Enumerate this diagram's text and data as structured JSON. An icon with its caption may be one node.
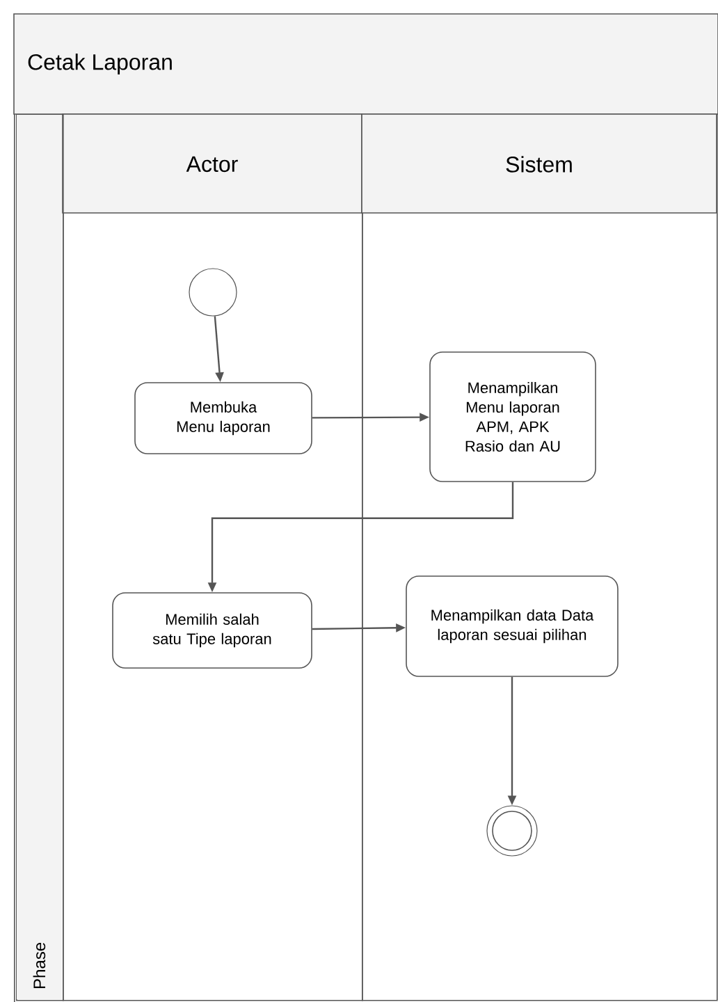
{
  "diagram": {
    "nodes": [
      {
        "text": [
          "Cetak Laporan"
        ]
      },
      {
        "text": [
          "Actor"
        ],
        "in": 0
      },
      {
        "text": [
          "Sistem"
        ],
        "in": 0
      },
      {
        "text": [
          "Phase"
        ],
        "in": 0
      },
      {
        "text": [],
        "shape": "circle",
        "in": 1
      },
      {
        "text": [
          "Membuka Menu laporan"
        ],
        "in": 1
      },
      {
        "text": [
          "Menampilkan Menu laporan APM, APK Rasio dan AU"
        ],
        "in": 2
      },
      {
        "text": [
          "Memilih salah satu Tipe laporan"
        ],
        "in": 1
      },
      {
        "text": [
          "Menampilkan data Data laporan sesuai pilihan"
        ],
        "in": 2
      },
      {
        "text": [],
        "shape": "circle",
        "in": 2
      }
    ],
    "edges": [
      {
        "from": 4,
        "to": 5,
        "arrow": "to"
      },
      {
        "from": 5,
        "to": 6,
        "arrow": "to"
      },
      {
        "from": 6,
        "to": 7,
        "arrow": "to"
      },
      {
        "from": 7,
        "to": 8,
        "arrow": "to"
      },
      {
        "from": 8,
        "to": 9,
        "arrow": "to"
      }
    ]
  }
}
